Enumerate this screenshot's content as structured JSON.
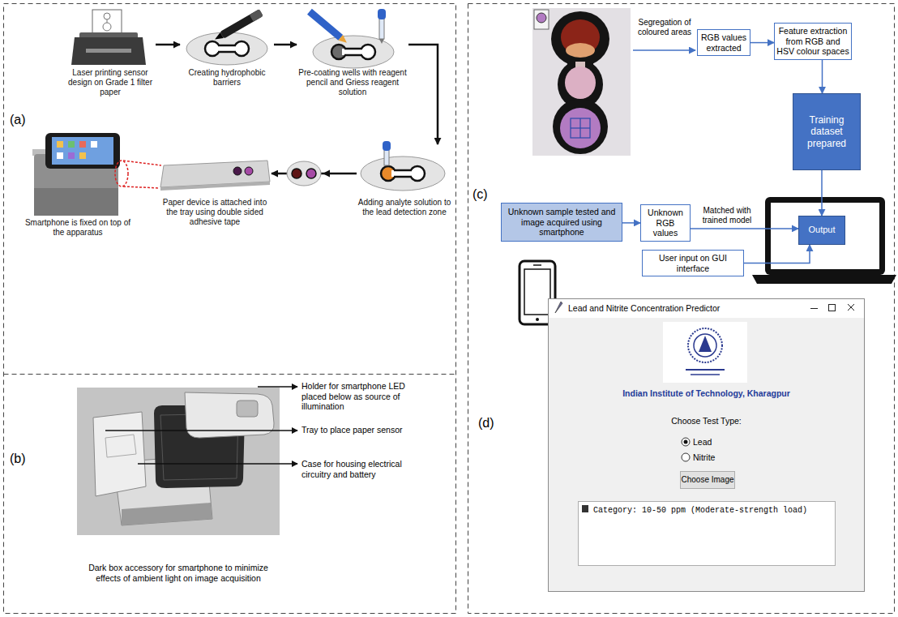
{
  "diagram": {
    "nodes": [
      {
        "text": [
          "Laser printing sensor design on Grade 1 filter paper"
        ]
      },
      {
        "text": [
          "Creating hydrophobic barriers"
        ]
      },
      {
        "text": [
          "Pre-coating wells with reagent pencil and Griess reagent solution"
        ]
      },
      {
        "text": [
          "Adding analyte solution to the lead detection zone"
        ]
      },
      {
        "text": [
          "Paper device is attached into the tray using double sided adhesive tape"
        ]
      },
      {
        "text": [
          "Smartphone is fixed on top of the apparatus"
        ]
      },
      {
        "text": [
          "RGB values extracted"
        ]
      },
      {
        "text": [
          "Feature extraction from RGB and HSV colour spaces"
        ]
      },
      {
        "text": [
          "Training dataset prepared"
        ]
      },
      {
        "text": [
          "Unknown sample tested and image acquired using smartphone"
        ]
      },
      {
        "text": [
          "Unknown RGB values"
        ]
      },
      {
        "text": [
          "User input on GUI interface"
        ]
      },
      {
        "text": [
          "Output"
        ]
      },
      {
        "text": [
          "Lead and Nitrite Concentration Predictor",
          "Indian Institute of Technology, Kharagpur",
          "Choose Test Type:",
          "Lead",
          "Nitrite"
        ]
      },
      {
        "text": [
          "Choose Image"
        ],
        "in": 13
      },
      {
        "text": [
          "Category: 10-50 ppm (Moderate-strength load)"
        ],
        "in": 13
      }
    ],
    "edges": [
      {
        "from": 0,
        "to": 1,
        "arrow": "to"
      },
      {
        "from": 1,
        "to": 2,
        "arrow": "to"
      },
      {
        "from": 2,
        "to": 3,
        "arrow": "to"
      },
      {
        "from": 3,
        "to": 4,
        "arrow": "to"
      },
      {
        "from": 6,
        "to": 7,
        "arrow": "to"
      },
      {
        "from": 7,
        "to": 8,
        "arrow": "to"
      },
      {
        "from": 8,
        "to": 12,
        "arrow": "to"
      },
      {
        "from": 9,
        "to": 10,
        "arrow": "to"
      },
      {
        "from": 10,
        "to": 12,
        "label": "Matched with trained model",
        "arrow": "to"
      },
      {
        "from": 11,
        "to": 12,
        "arrow": "to"
      }
    ],
    "labels": [
      "(a)",
      "(b)",
      "Holder for smartphone LED placed below as source of illumination",
      "Tray to place paper sensor",
      "Case for housing electrical circuitry and battery",
      "Dark box accessory for smartphone to minimize effects of ambient light on image acquisition",
      "(c)",
      "Segregation of coloured areas",
      "(d)"
    ]
  }
}
